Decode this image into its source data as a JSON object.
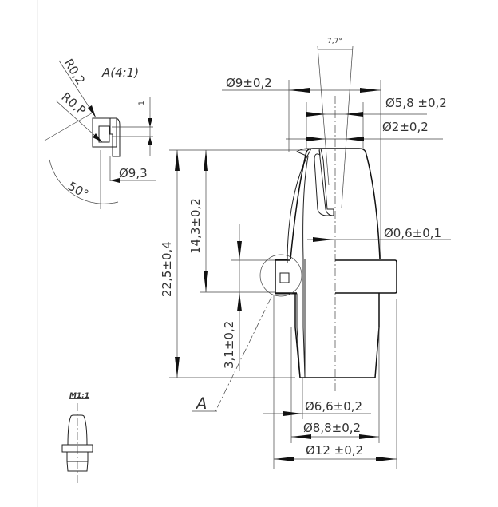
{
  "detail": {
    "title": "A(4:1)",
    "radius_1": "R0,2",
    "radius_2": "R0,P",
    "height": "1",
    "diameter": "Ø9,3",
    "angle": "50°"
  },
  "main_view": {
    "taper_angle": "7,7°",
    "dia_top_outer": "Ø9±0,2",
    "dia_top_inner": "Ø5,8 ±0,2",
    "dia_slot": "Ø2±0,2",
    "dia_hole": "Ø0,6±0,1",
    "height_total": "22,5±0,4",
    "height_upper": "14,3±0,2",
    "height_flange": "3,1±0,2",
    "detail_label": "A",
    "dia_bottom_inner": "Ø6,6±0,2",
    "dia_bottom_outer": "Ø8,8±0,2",
    "dia_flange": "Ø12 ±0,2"
  },
  "scale_view": {
    "label": "M1:1"
  }
}
